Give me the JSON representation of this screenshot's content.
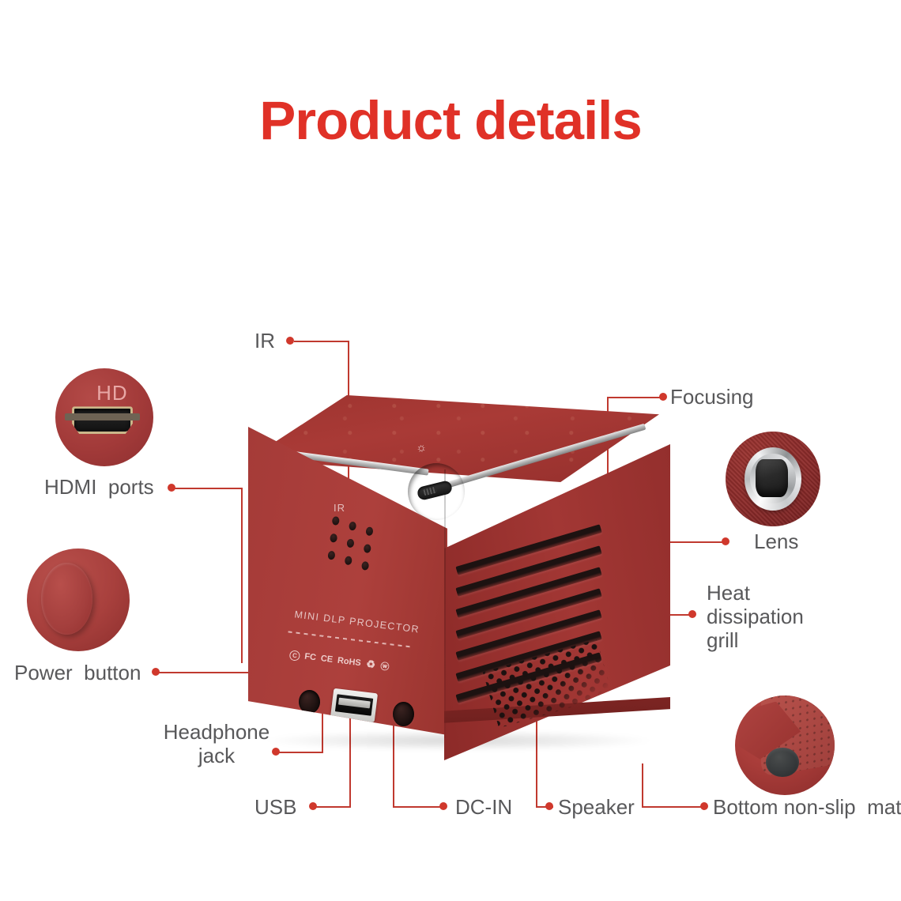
{
  "page": {
    "title": "Product details",
    "background_color": "#ffffff",
    "title_color": "#e03127",
    "label_color": "#58585a",
    "leader_color": "#c0392f",
    "body_red": "#a83c39"
  },
  "product": {
    "name_plate": "MINI DLP PROJECTOR",
    "ir_marking": "IR",
    "hd_marking": "HD",
    "certifications": [
      "C",
      "FC",
      "CE",
      "RoHS",
      "recycle",
      "WEEE"
    ],
    "port_icons": {
      "headphone": "headphone-icon",
      "usb": "usb-icon",
      "dc_in": "dc-plug-icon",
      "focus": "focus-lamp-icon"
    }
  },
  "callouts": [
    {
      "id": "ir",
      "label": "IR",
      "icon": "ir-receiver-icon"
    },
    {
      "id": "focusing",
      "label": "Focusing",
      "icon": "focus-wheel-icon"
    },
    {
      "id": "hdmi",
      "label": "HDMI  ports",
      "icon": "hdmi-port-icon"
    },
    {
      "id": "lens",
      "label": "Lens",
      "icon": "lens-icon"
    },
    {
      "id": "heat",
      "label": "Heat\ndissipation\ngrill",
      "icon": "heat-vent-icon"
    },
    {
      "id": "power",
      "label": "Power  button",
      "icon": "power-button-icon"
    },
    {
      "id": "headphone",
      "label": "Headphone\njack",
      "icon": "headphone-jack-icon"
    },
    {
      "id": "usb",
      "label": "USB",
      "icon": "usb-port-icon"
    },
    {
      "id": "dcin",
      "label": "DC-IN",
      "icon": "dc-in-icon"
    },
    {
      "id": "speaker",
      "label": "Speaker",
      "icon": "speaker-grill-icon"
    },
    {
      "id": "mat",
      "label": "Bottom non-slip  mat",
      "icon": "non-slip-mat-icon"
    }
  ]
}
